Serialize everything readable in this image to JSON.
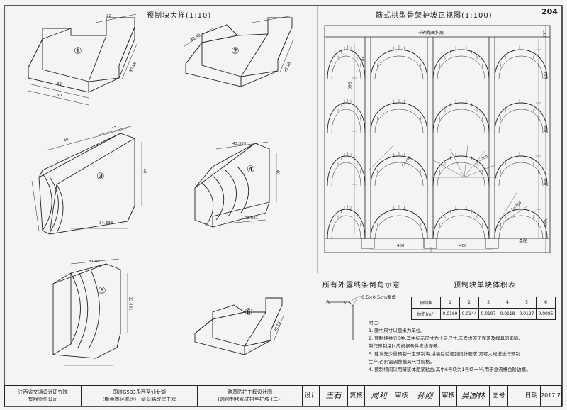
{
  "page_number": "204",
  "blocks_title": "预制块大样(1:10)",
  "elevation_title": "筋式拱型骨架护坡正视图(1:100)",
  "chamfer_title": "所有外露线条倒角示意",
  "chamfer_label": "0.5×0.5cm倒角",
  "volume_title": "预制块单块体积表",
  "volume_table": {
    "header": [
      "预制块",
      "1",
      "2",
      "3",
      "4",
      "5",
      "6"
    ],
    "row_label": "体积(m³)",
    "values": [
      "0.0169",
      "0.0144",
      "0.0197",
      "0.0118",
      "0.0127",
      "0.0085"
    ]
  },
  "block_labels": [
    "①",
    "②",
    "③",
    "④",
    "⑤",
    "⑥"
  ],
  "dims": {
    "b1_top": "32",
    "b1_bottom": "32",
    "b1_len": "50",
    "b1_side": "30.16",
    "b2_side": "30.16",
    "b2_top": "39.46",
    "b3_top": "25",
    "b3_left": "40",
    "b3_right": "40",
    "b3_bottom": "34.333",
    "b4_top": "43.333",
    "b4_bottom": "22.081",
    "b4_side": "40",
    "b5_top": "31.081",
    "b5_side": "22.481",
    "b6_side": "30.16",
    "e_top": "120",
    "e_row1": "100",
    "e_row2": "300",
    "e_row3": "300",
    "e_row4": "300",
    "e_left": "560",
    "e_span1": "400",
    "e_span2": "400",
    "e_width": "120"
  },
  "labels": {
    "crown": "千砌路面护肩",
    "base": "基座",
    "radius1": "R=200",
    "radius2": "R=200",
    "radius3": "R=300"
  },
  "notes": [
    "附注:",
    "1. 图中尺寸以厘米为单位。",
    "2. 预制块共分6类,其中标示尺寸为十足尺寸,未考虑施工误差及模具的影响,",
    "   制作预制块时应根据条件考虑误差。",
    "3. 建议先少量预制一定预制块,拼装后验证到设计要求,方可大规模进行预制",
    "   生产,否则需调整模具尺寸规格。",
    "4. 预制块间采用薄浆体泥浆粘合,其中6号块为1号块一半,用于急流槽台阶边框。"
  ],
  "title_block": {
    "org_line1": "江西省交通设计研究院",
    "org_line2": "有限责任公司",
    "project_line1": "国道G533永西至仙女湖",
    "project_line2": "(新余市经城段)一级公路改建工程",
    "drawing_line1": "路基防护工程设计图",
    "drawing_line2": "(选预制块筋式拱型护坡-(二))",
    "design_label": "设计",
    "design_sig": "王石",
    "review_label": "复核",
    "review_sig": "周利",
    "check_label": "审核",
    "check_sig": "孙刚",
    "approve_label": "审核",
    "approve_sig": "吴国林",
    "drawno_label": "图号",
    "date_label": "日期",
    "date_value": "2017.7"
  }
}
